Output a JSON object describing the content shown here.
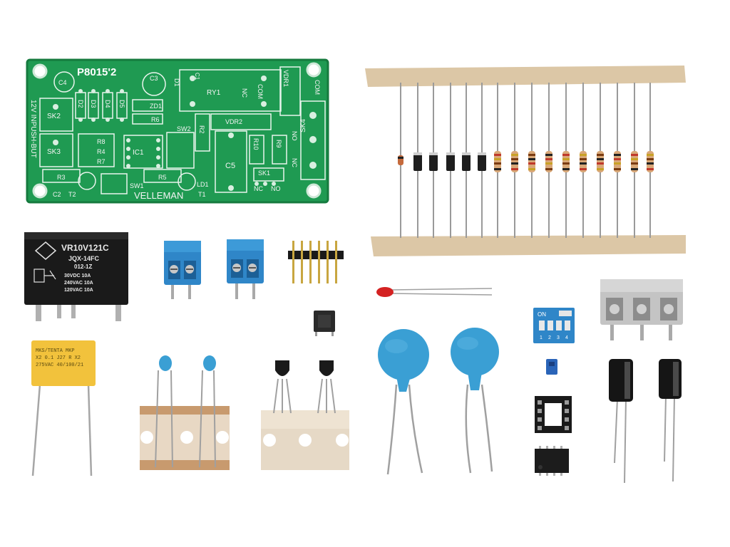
{
  "pcb": {
    "code": "P8015'2",
    "brand": "VELLEMAN",
    "side_label": "12V INPUSH-BUT",
    "labels": {
      "c4": "C4",
      "c3": "C3",
      "d1": "D1",
      "d2": "D2",
      "d3": "D3",
      "d4": "D4",
      "d5": "D5",
      "ry1": "RY1",
      "vdr1": "VDR1",
      "vdr2": "VDR2",
      "com_top": "COM",
      "com_mid": "COM",
      "nc_mid": "NC",
      "c1": "C1",
      "zd1": "ZD1",
      "r6": "R6",
      "sk2": "SK2",
      "sk3": "SK3",
      "sk4": "SK4",
      "r8": "R8",
      "r4": "R4",
      "r7": "R7",
      "ic1": "IC1",
      "sw2": "SW2",
      "r2": "R2",
      "r10": "R10",
      "r9": "R9",
      "c5": "C5",
      "sk1": "SK1",
      "r3": "R3",
      "r5": "R5",
      "sw1": "SW1",
      "ld1": "LD1",
      "t1": "T1",
      "t2": "T2",
      "c2": "C2",
      "nc_bottom": "NC",
      "no_bottom": "NO",
      "no_right": "NO",
      "nc_right": "NC"
    }
  },
  "relay": {
    "model": "VR10V121C",
    "part": "JQX-14FC",
    "sub": "012-1Z",
    "rating1": "30VDC  10A",
    "rating2": "240VAC  10A",
    "rating3": "120VAC  10A"
  },
  "x_capacitor": {
    "line1": "MKS/TENTA MKP",
    "line2": "X2  0.1  J27  R X2",
    "line3": "275VAC  40/100/21"
  },
  "dip_switch": {
    "on_label": "ON",
    "numbers": [
      "1",
      "2",
      "3",
      "4"
    ]
  },
  "colors": {
    "pcb": "#1f9a52",
    "pcb_edge": "#157a3e",
    "tape": "#dcc7a6",
    "terminal_blue": "#2f86c8",
    "varistor": "#3a9fd4",
    "x_cap": "#f2c23c",
    "relay": "#1a1a1a"
  },
  "icons": [
    "circuit-board",
    "relay",
    "terminal-block",
    "pin-header",
    "resistor",
    "diode",
    "led",
    "push-button",
    "varistor",
    "dip-switch",
    "electrolytic-capacitor",
    "ic-chip",
    "transistor",
    "ceramic-capacitor"
  ]
}
